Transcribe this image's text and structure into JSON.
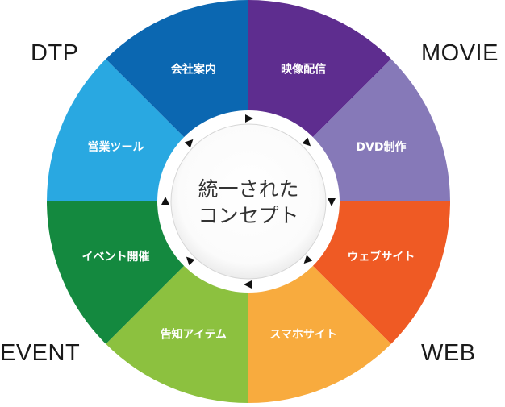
{
  "corners": {
    "top_left": "DTP",
    "top_right": "MOVIE",
    "bottom_left": "EVENT",
    "bottom_right": "WEB"
  },
  "center": {
    "line1": "統一された",
    "line2": "コンセプト"
  },
  "segments": [
    {
      "label": "映像配信",
      "color": "#5e2d8f"
    },
    {
      "label": "DVD制作",
      "color": "#8679b8"
    },
    {
      "label": "ウェブサイト",
      "color": "#ef5a24"
    },
    {
      "label": "スマホサイト",
      "color": "#f8ab3e"
    },
    {
      "label": "告知アイテム",
      "color": "#8cc13f"
    },
    {
      "label": "イベント開催",
      "color": "#14893f"
    },
    {
      "label": "営業ツール",
      "color": "#29a8e1"
    },
    {
      "label": "会社案内",
      "color": "#0b67b1"
    }
  ],
  "arrow_icon": "triangle-arrow-icon"
}
